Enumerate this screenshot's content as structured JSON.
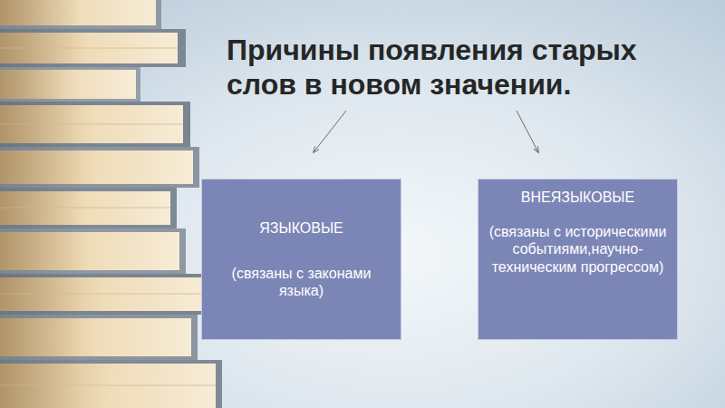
{
  "diagram": {
    "title": "Причины появления старых слов в новом значении.",
    "nodes": [
      {
        "text": [
          "ЯЗЫКОВЫЕ",
          "(связаны с законами языка)"
        ]
      },
      {
        "text": [
          "ВНЕЯЗЫКОВЫЕ",
          "(связаны с историческими событиями,научно-техническим прогрессом)"
        ]
      }
    ]
  }
}
